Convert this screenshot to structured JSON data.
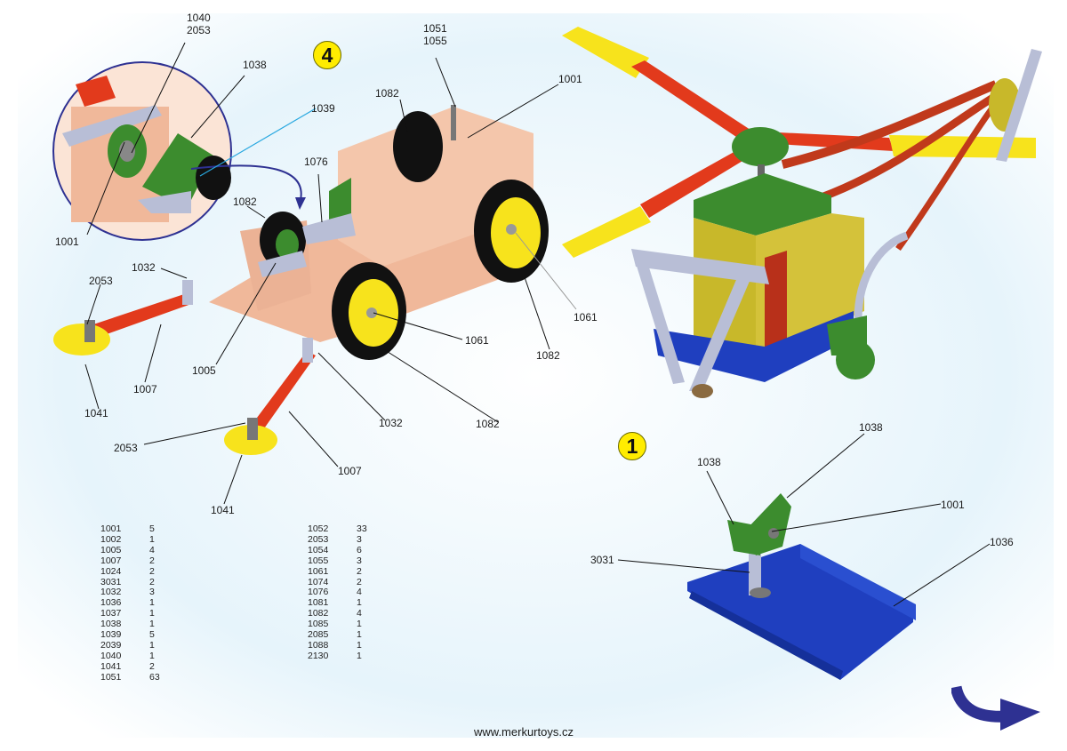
{
  "page": {
    "footer_url": "www.merkurtoys.cz",
    "colors": {
      "badge_yellow": "#ffec00",
      "arrow_navy": "#2e3192",
      "callout_cyan": "#29a8e0",
      "part_red": "#e23a1c",
      "part_yellow": "#f7e31c",
      "part_green": "#3c8c2e",
      "part_blue": "#1f3fbf",
      "part_salmon": "#f0b89a",
      "part_silver": "#b8bed6"
    }
  },
  "steps": {
    "step4": {
      "number": "4",
      "detail_callouts": [
        "1040\n2053",
        "1038",
        "1039",
        "1001"
      ],
      "callouts": {
        "c1040_2053": [
          "1040",
          "2053"
        ],
        "c1038": "1038",
        "c1039": "1039",
        "c1001_detail": "1001",
        "c1076": "1076",
        "c1082_top": "1082",
        "c1082_mid": "1082",
        "c1051_1055": [
          "1051",
          "1055"
        ],
        "c1001_top": "1001",
        "c1032_left": "1032",
        "c2053_left": "2053",
        "c1007_left": "1007",
        "c1041_left": "1041",
        "c1005": "1005",
        "c1061_front": "1061",
        "c1082_front": "1082",
        "c1032_bottom": "1032",
        "c2053_bottom": "2053",
        "c1007_bottom": "1007",
        "c1041_bottom": "1041",
        "c1061_rear": "1061",
        "c1082_rear": "1082"
      }
    },
    "step1": {
      "number": "1",
      "callouts": {
        "c1038_a": "1038",
        "c1038_b": "1038",
        "c1001": "1001",
        "c3031": "3031",
        "c1036": "1036"
      }
    }
  },
  "parts_list": {
    "column1": [
      {
        "code": "1001",
        "qty": "5"
      },
      {
        "code": "1002",
        "qty": "1"
      },
      {
        "code": "1005",
        "qty": "4"
      },
      {
        "code": "1007",
        "qty": "2"
      },
      {
        "code": "1024",
        "qty": "2"
      },
      {
        "code": "3031",
        "qty": "2"
      },
      {
        "code": "1032",
        "qty": "3"
      },
      {
        "code": "1036",
        "qty": "1"
      },
      {
        "code": "1037",
        "qty": "1"
      },
      {
        "code": "1038",
        "qty": "1"
      },
      {
        "code": "1039",
        "qty": "5"
      },
      {
        "code": "2039",
        "qty": "1"
      },
      {
        "code": "1040",
        "qty": "1"
      },
      {
        "code": "1041",
        "qty": "2"
      },
      {
        "code": "1051",
        "qty": "63"
      }
    ],
    "column2": [
      {
        "code": "1052",
        "qty": "33"
      },
      {
        "code": "2053",
        "qty": "3"
      },
      {
        "code": "1054",
        "qty": "6"
      },
      {
        "code": "1055",
        "qty": "3"
      },
      {
        "code": "1061",
        "qty": "2"
      },
      {
        "code": "1074",
        "qty": "2"
      },
      {
        "code": "1076",
        "qty": "4"
      },
      {
        "code": "1081",
        "qty": "1"
      },
      {
        "code": "1082",
        "qty": "4"
      },
      {
        "code": "1085",
        "qty": "1"
      },
      {
        "code": "2085",
        "qty": "1"
      },
      {
        "code": "1088",
        "qty": "1"
      },
      {
        "code": "2130",
        "qty": "1"
      }
    ]
  },
  "icons": {
    "next_page": "curved-arrow-right-icon",
    "detail_zoom": "magnifier-circle",
    "model": "helicopter-model"
  }
}
